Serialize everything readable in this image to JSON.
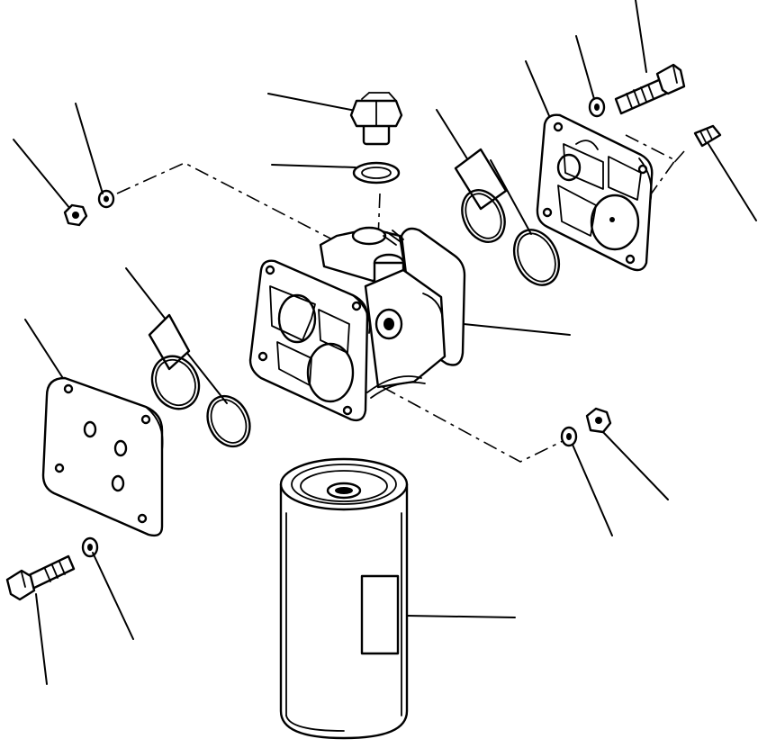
{
  "diagram": {
    "parts": [
      {
        "id": "housing",
        "kind": "filter-head"
      },
      {
        "id": "cartridge",
        "kind": "filter-cartridge"
      },
      {
        "id": "left-cover",
        "kind": "cover-plate"
      },
      {
        "id": "right-cover",
        "kind": "cover-plate"
      },
      {
        "id": "drain-plug",
        "kind": "plug"
      },
      {
        "id": "plug-washer",
        "kind": "washer"
      },
      {
        "id": "o-ring-left-1",
        "kind": "o-ring"
      },
      {
        "id": "o-ring-left-2",
        "kind": "o-ring"
      },
      {
        "id": "o-ring-right-1",
        "kind": "o-ring"
      },
      {
        "id": "o-ring-right-2",
        "kind": "o-ring"
      },
      {
        "id": "bolt-top-right",
        "kind": "bolt"
      },
      {
        "id": "washer-top-right",
        "kind": "washer"
      },
      {
        "id": "stud-right",
        "kind": "stud"
      },
      {
        "id": "nut-left",
        "kind": "nut"
      },
      {
        "id": "washer-left",
        "kind": "washer"
      },
      {
        "id": "nut-right",
        "kind": "nut"
      },
      {
        "id": "washer-right",
        "kind": "washer"
      },
      {
        "id": "bolt-bottom-left",
        "kind": "bolt"
      },
      {
        "id": "washer-bottom-left",
        "kind": "washer"
      }
    ],
    "callout_labels": []
  }
}
